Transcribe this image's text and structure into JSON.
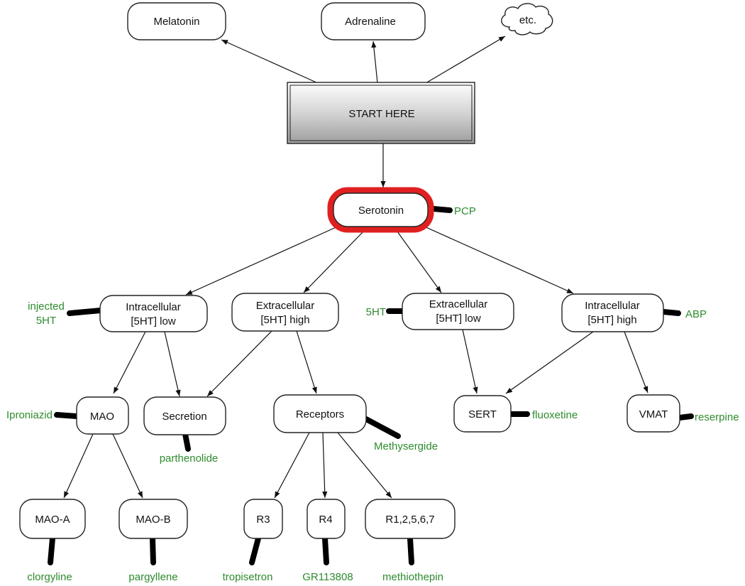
{
  "colors": {
    "drug_text": "#2e8b2e",
    "node_fill": "#ffffff",
    "node_stroke": "#222222",
    "highlight_ring": "#e02020",
    "start_gradient_light": "#ffffff",
    "start_gradient_dark": "#9e9e9e"
  },
  "nodes": {
    "melatonin": "Melatonin",
    "adrenaline": "Adrenaline",
    "etc": "etc.",
    "start": "START HERE",
    "serotonin": "Serotonin",
    "intracellular_low": [
      "Intracellular",
      "[5HT] low"
    ],
    "extracellular_high": [
      "Extracellular",
      "[5HT] high"
    ],
    "extracellular_low": [
      "Extracellular",
      "[5HT] low"
    ],
    "intracellular_high": [
      "Intracellular",
      "[5HT] high"
    ],
    "mao": "MAO",
    "secretion": "Secretion",
    "receptors": "Receptors",
    "sert": "SERT",
    "vmat": "VMAT",
    "mao_a": "MAO-A",
    "mao_b": "MAO-B",
    "r3": "R3",
    "r4": "R4",
    "r1_2_5_6_7": "R1,2,5,6,7"
  },
  "drugs": {
    "pcp": "PCP",
    "injected_5ht": [
      "injected",
      "5HT"
    ],
    "5ht": "5HT",
    "abp": "ABP",
    "iproniazid": "Iproniazid",
    "parthenolide": "parthenolide",
    "methysergide": "Methysergide",
    "fluoxetine": "fluoxetine",
    "reserpine": "reserpine",
    "clorgyline": "clorgyline",
    "pargyllene": "pargyllene",
    "tropisetron": "tropisetron",
    "gr113808": "GR113808",
    "methiothepin": "methiothepin"
  }
}
